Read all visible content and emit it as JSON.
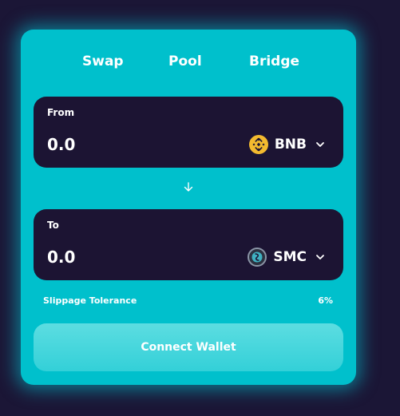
{
  "tabs": {
    "swap": "Swap",
    "pool": "Pool",
    "bridge": "Bridge"
  },
  "from": {
    "label": "From",
    "amount": "0.0",
    "token": "BNB",
    "icon": "bnb-icon"
  },
  "to": {
    "label": "To",
    "amount": "0.0",
    "token": "SMC",
    "icon": "smc-icon"
  },
  "swap_direction_icon": "arrow-down-icon",
  "slippage": {
    "label": "Slippage Tolerance",
    "value": "6%"
  },
  "connect_button": "Connect Wallet",
  "colors": {
    "page_background": "#1b1636",
    "card": "#00c0cc",
    "input_box": "#1c1433",
    "bnb": "#f3ba2f",
    "button": "#47d7dd"
  }
}
